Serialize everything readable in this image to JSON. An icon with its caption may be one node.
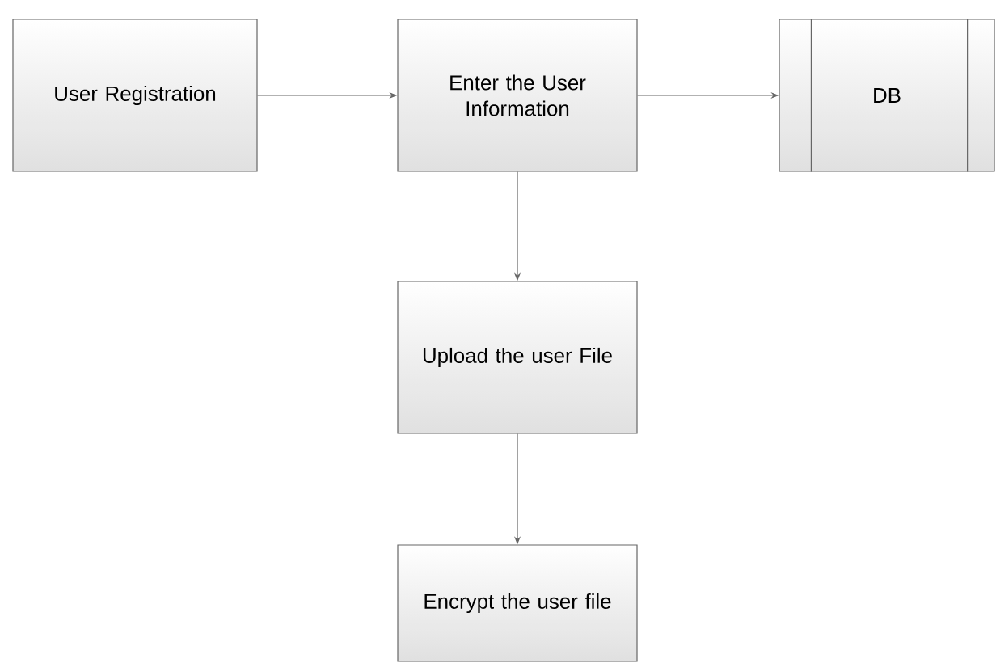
{
  "diagram": {
    "nodes": [
      {
        "text": [
          "User Registration"
        ]
      },
      {
        "text": [
          "Enter the User Information"
        ]
      },
      {
        "text": [
          "DB"
        ]
      },
      {
        "text": [
          "Upload the user File"
        ]
      },
      {
        "text": [
          "Encrypt the user file"
        ]
      }
    ],
    "edges": [
      {
        "from": 0,
        "to": 1,
        "arrow": "to"
      },
      {
        "from": 1,
        "to": 2,
        "arrow": "to"
      },
      {
        "from": 1,
        "to": 3,
        "arrow": "to"
      },
      {
        "from": 3,
        "to": 4,
        "arrow": "to"
      }
    ]
  }
}
